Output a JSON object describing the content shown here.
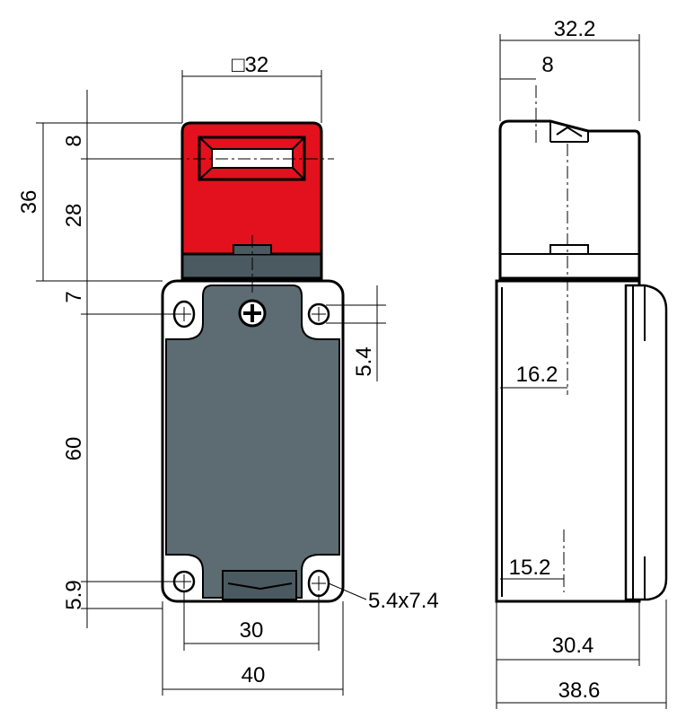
{
  "colors": {
    "head_red": "#e2111d",
    "body_gray": "#5c6c72",
    "strip_gray": "#4a5a60"
  },
  "front_view": {
    "dimensions": {
      "head_width": "□32",
      "total_head_height": "36",
      "slot_offset": "8",
      "head_lower": "28",
      "hole_top_offset": "7",
      "hole_spacing_vertical": "60",
      "hole_bottom_offset": "5.9",
      "hole_right_offset": "5.4",
      "slot_hole": "5.4x7.4",
      "hole_spacing_horizontal": "30",
      "body_width": "40"
    }
  },
  "side_view": {
    "dimensions": {
      "head_depth": "32.2",
      "slot_depth": "8",
      "upper_hole_depth": "16.2",
      "lower_hole_depth": "15.2",
      "body_depth": "30.4",
      "total_depth": "38.6"
    }
  }
}
